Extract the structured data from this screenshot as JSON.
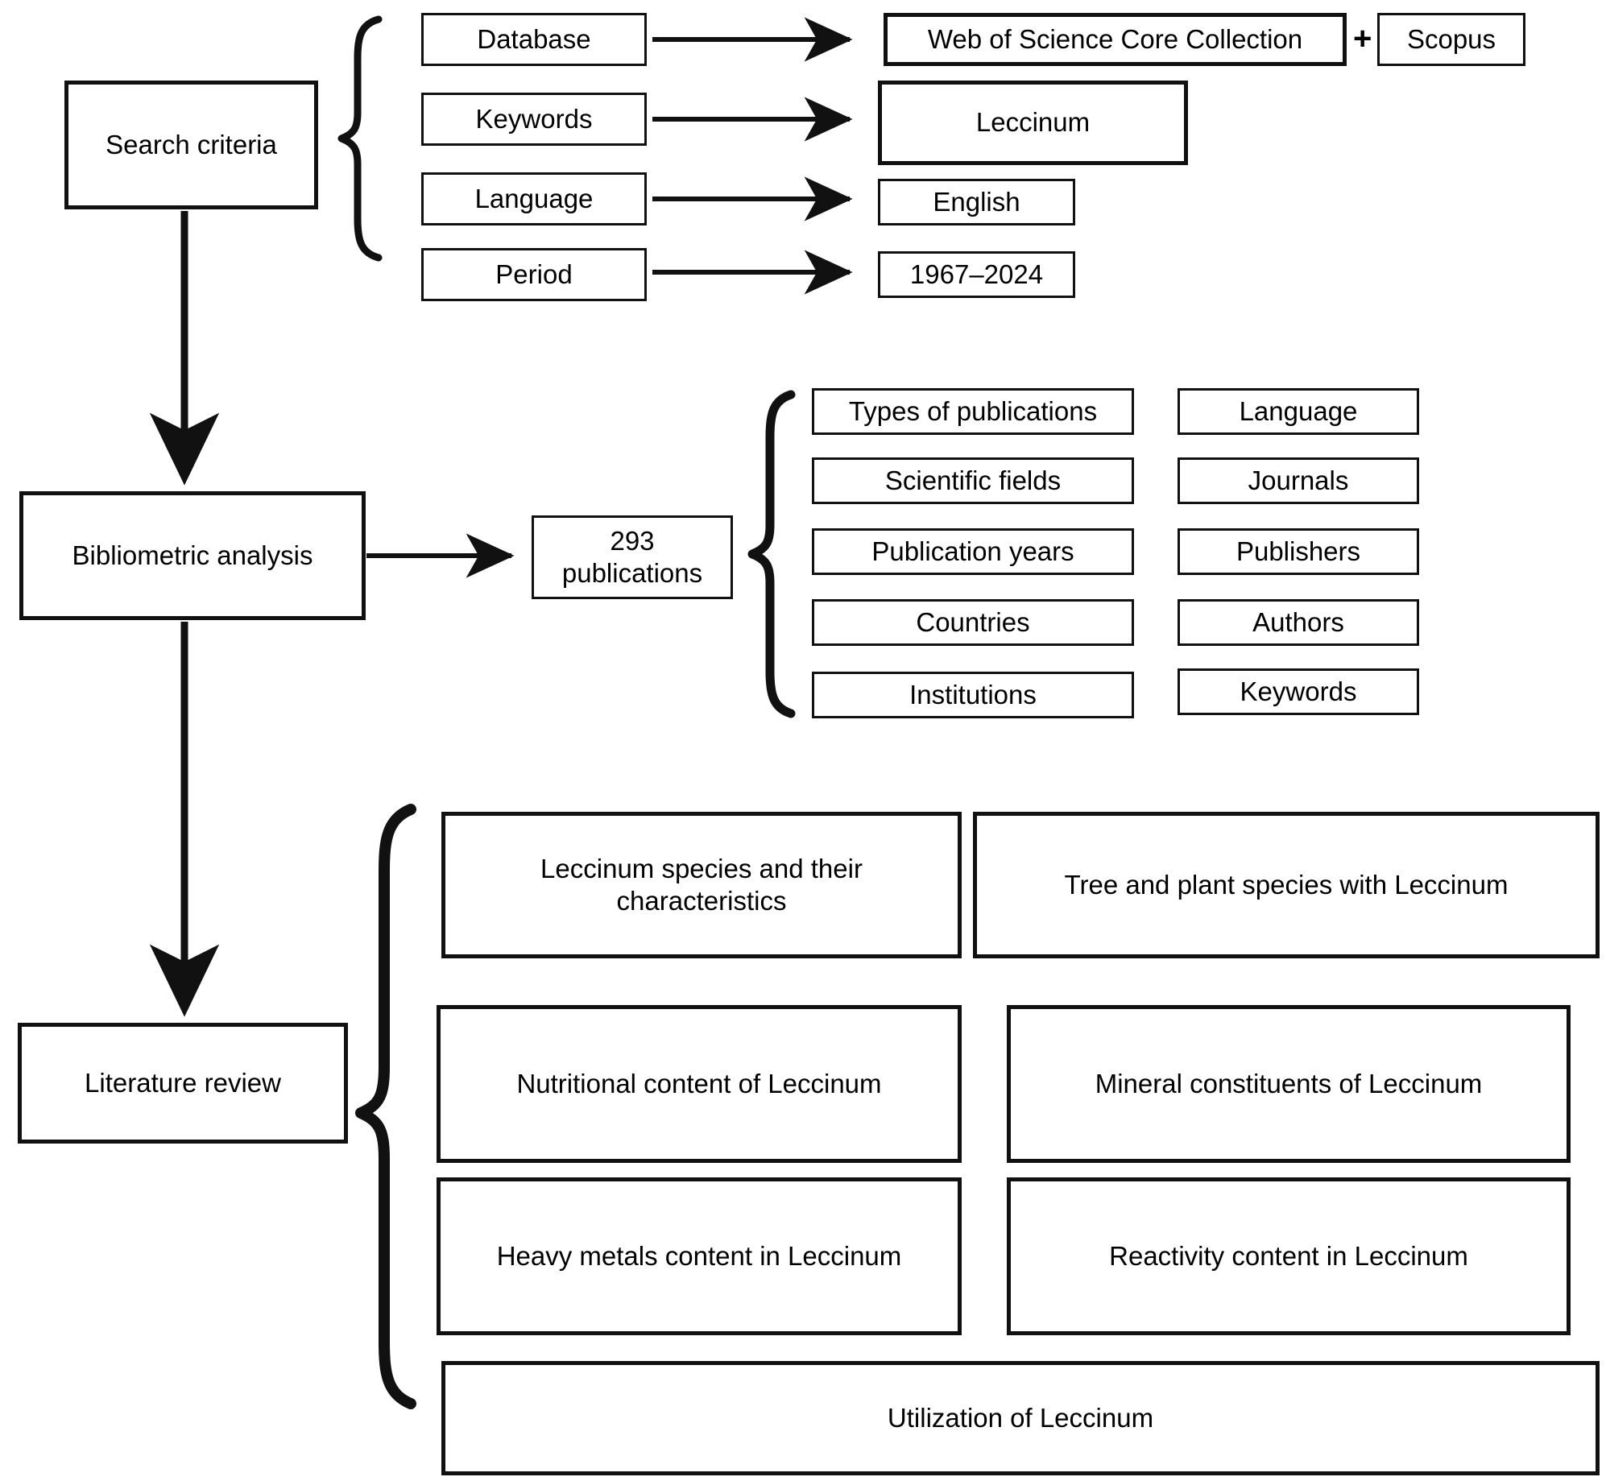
{
  "diagram": {
    "title": "Leccinum bibliometric analysis and literature review flowchart",
    "line_color": "#111111",
    "background_color": "#ffffff"
  },
  "stage1": {
    "label": "Search criteria",
    "criteria": [
      {
        "key": "Database",
        "value": "Web of Science Core Collection",
        "extra_operator": "+",
        "extra_value": "Scopus"
      },
      {
        "key": "Keywords",
        "value": "Leccinum"
      },
      {
        "key": "Language",
        "value": "English"
      },
      {
        "key": "Period",
        "value": "1967–2024"
      }
    ]
  },
  "stage2": {
    "label": "Bibliometric analysis",
    "result_count": "293",
    "result_unit": "publications",
    "result_label": "293\npublications",
    "metrics_left": [
      "Types of publications",
      "Scientific fields",
      "Publication years",
      "Countries",
      "Institutions"
    ],
    "metrics_right": [
      "Language",
      "Journals",
      "Publishers",
      "Authors",
      "Keywords"
    ]
  },
  "stage3": {
    "label": "Literature review",
    "topics_left": [
      "Leccinum species and their characteristics",
      "Nutritional content of Leccinum",
      "Heavy metals content in Leccinum"
    ],
    "topics_right": [
      "Tree and plant species with Leccinum",
      "Mineral constituents of Leccinum",
      "Reactivity content in Leccinum"
    ],
    "topic_full_width": "Utilization of Leccinum"
  }
}
